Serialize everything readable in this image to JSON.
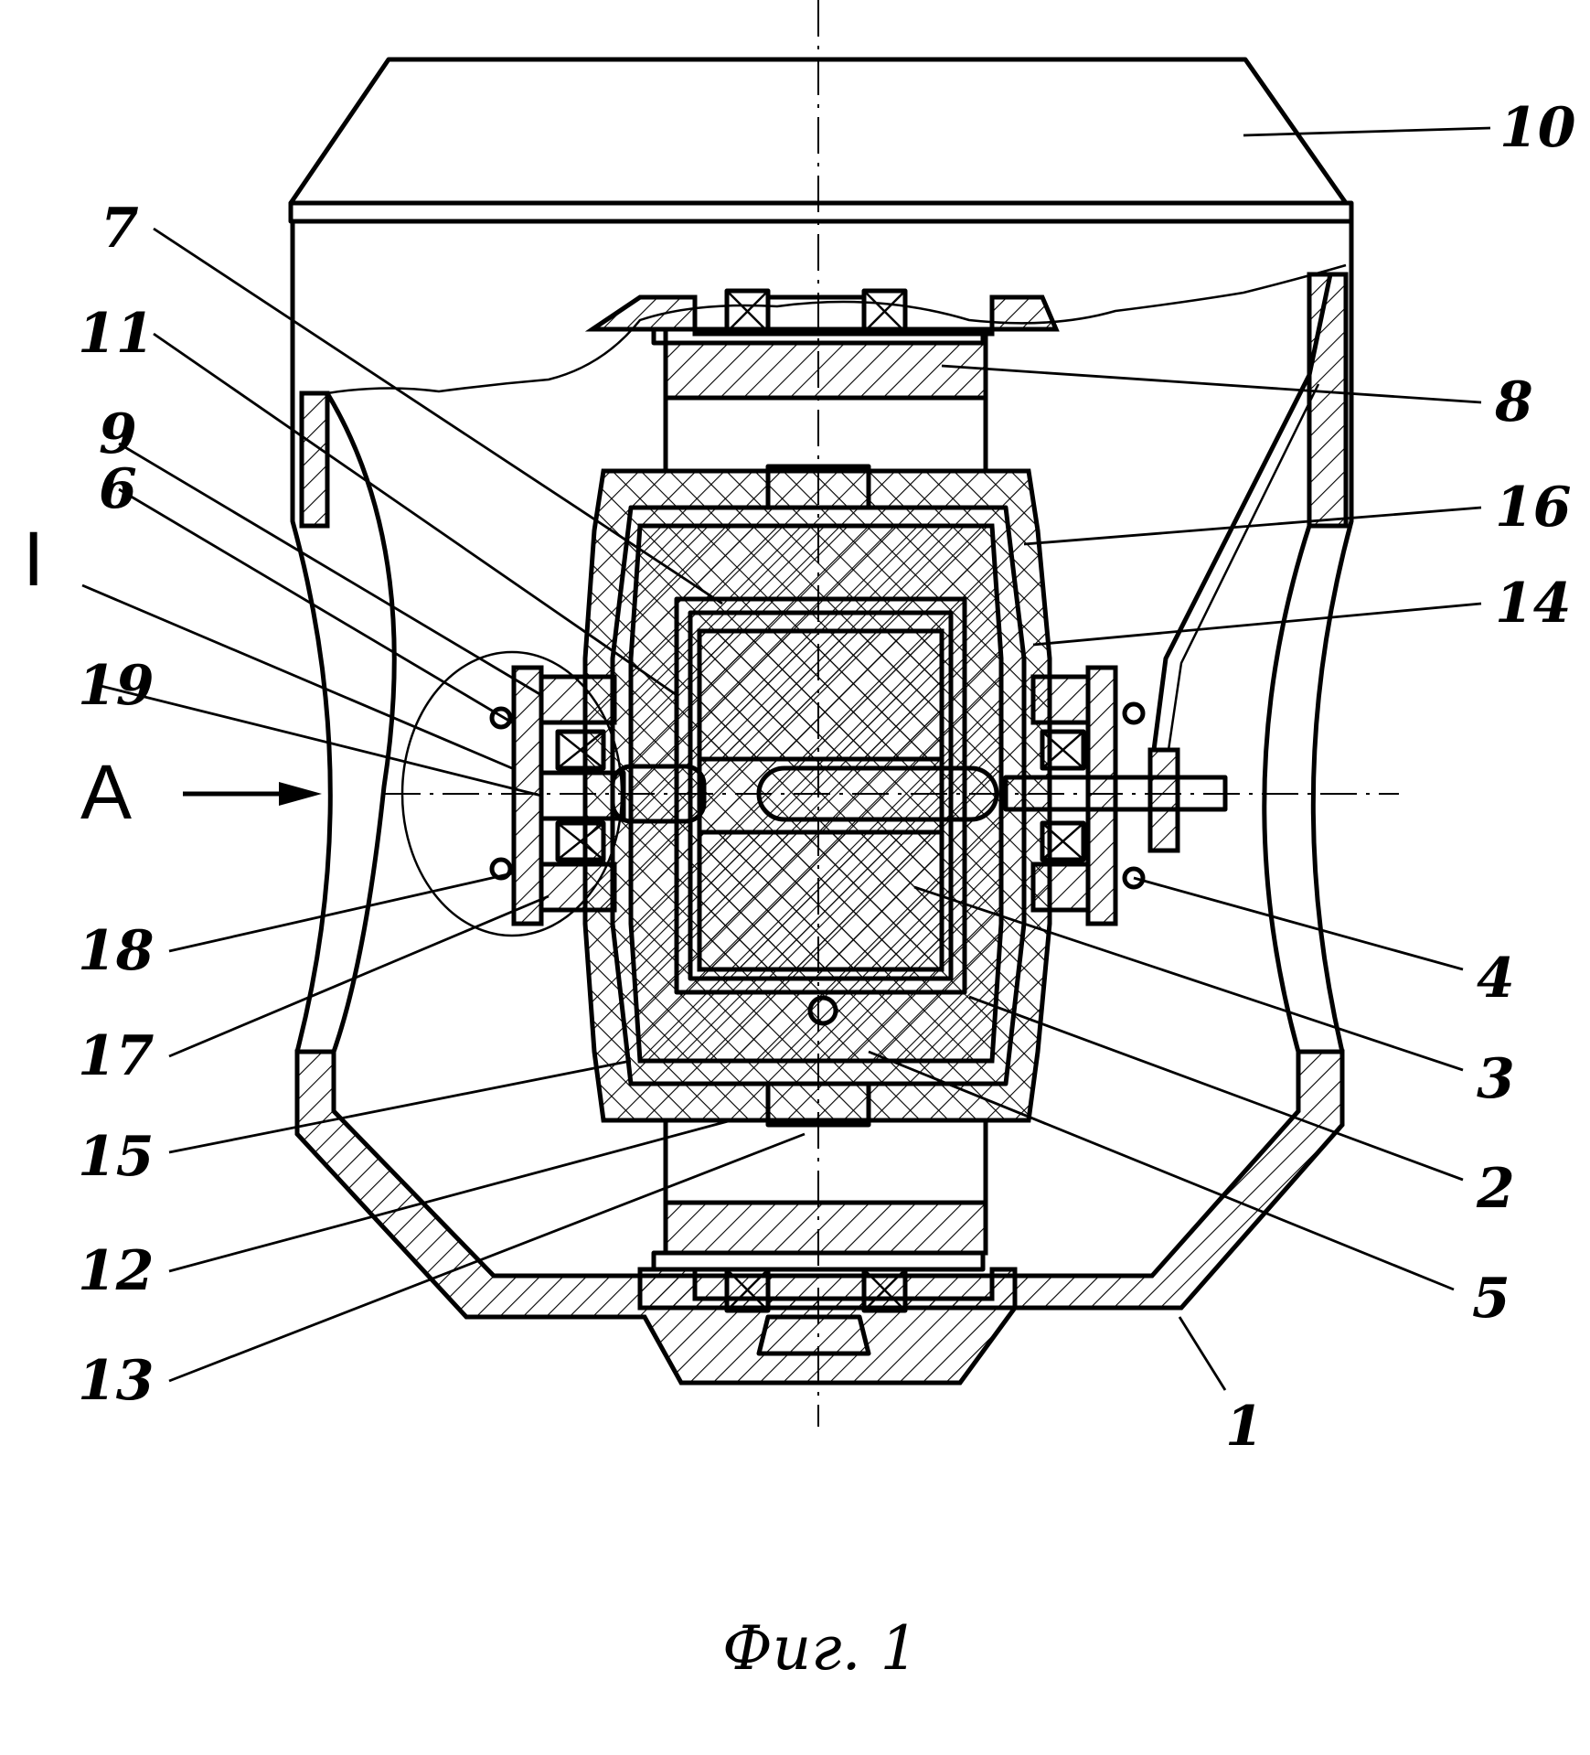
{
  "figure": {
    "caption": "Фиг. 1",
    "section_label": "I",
    "view_label": "A"
  },
  "callouts": [
    {
      "id": "c10",
      "text": "10"
    },
    {
      "id": "c7",
      "text": "7"
    },
    {
      "id": "c11",
      "text": "11"
    },
    {
      "id": "c8",
      "text": "8"
    },
    {
      "id": "c9",
      "text": "9"
    },
    {
      "id": "c6",
      "text": "6"
    },
    {
      "id": "c16",
      "text": "16"
    },
    {
      "id": "c14",
      "text": "14"
    },
    {
      "id": "c19",
      "text": "19"
    },
    {
      "id": "c18",
      "text": "18"
    },
    {
      "id": "c4",
      "text": "4"
    },
    {
      "id": "c17",
      "text": "17"
    },
    {
      "id": "c3",
      "text": "3"
    },
    {
      "id": "c15",
      "text": "15"
    },
    {
      "id": "c2",
      "text": "2"
    },
    {
      "id": "c12",
      "text": "12"
    },
    {
      "id": "c5",
      "text": "5"
    },
    {
      "id": "c13",
      "text": "13"
    },
    {
      "id": "c1",
      "text": "1"
    }
  ]
}
